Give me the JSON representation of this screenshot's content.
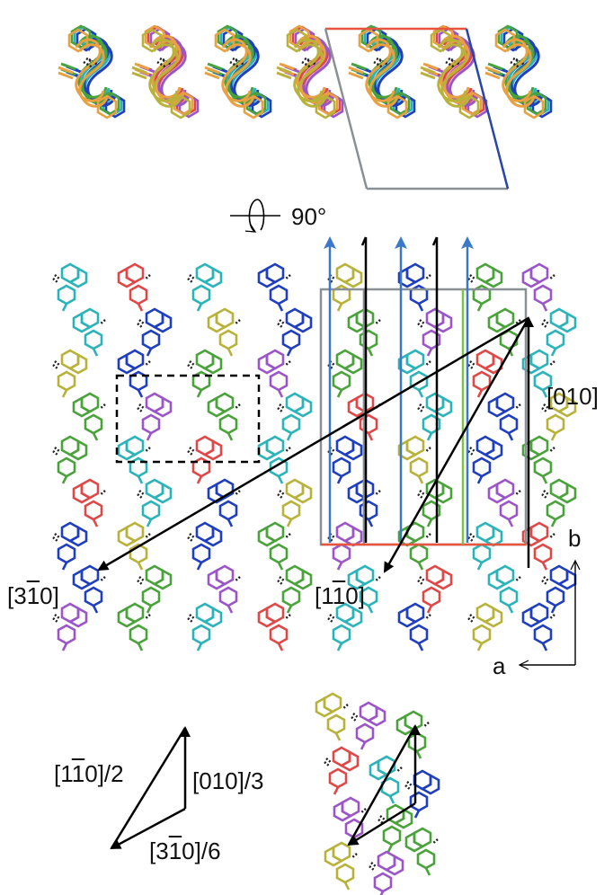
{
  "rotation": {
    "angle_text": "90°"
  },
  "directions": {
    "d010": "[010]",
    "d3m10_open": "[3",
    "d3m10_bar": "1",
    "d3m10_close": "0]",
    "d1m10_open": "[1",
    "d1m10_bar": "1",
    "d1m10_close": "0]"
  },
  "axes": {
    "b": "b",
    "a": "a"
  },
  "vector_sum": {
    "v1m10_open": "[1",
    "v1m10_bar": "1",
    "v1m10_close": "0]/2",
    "v010": "[010]/3",
    "v3m10_open": "[3",
    "v3m10_bar": "1",
    "v3m10_close": "0]/6"
  },
  "colors": {
    "blue": "#1f3fbf",
    "cyan": "#2ab3b8",
    "red": "#e04848",
    "purple": "#9b55c9",
    "yellow": "#b9b23a",
    "green": "#4aa23a",
    "cell_gray": "#8a9196",
    "cell_red": "#e8553f",
    "cell_blue": "#2a46a8",
    "arrow_blue": "#3b78c8",
    "arrow_green": "#7fc24a",
    "black": "#000000"
  },
  "icons": [
    "rotation-arrow-icon"
  ]
}
